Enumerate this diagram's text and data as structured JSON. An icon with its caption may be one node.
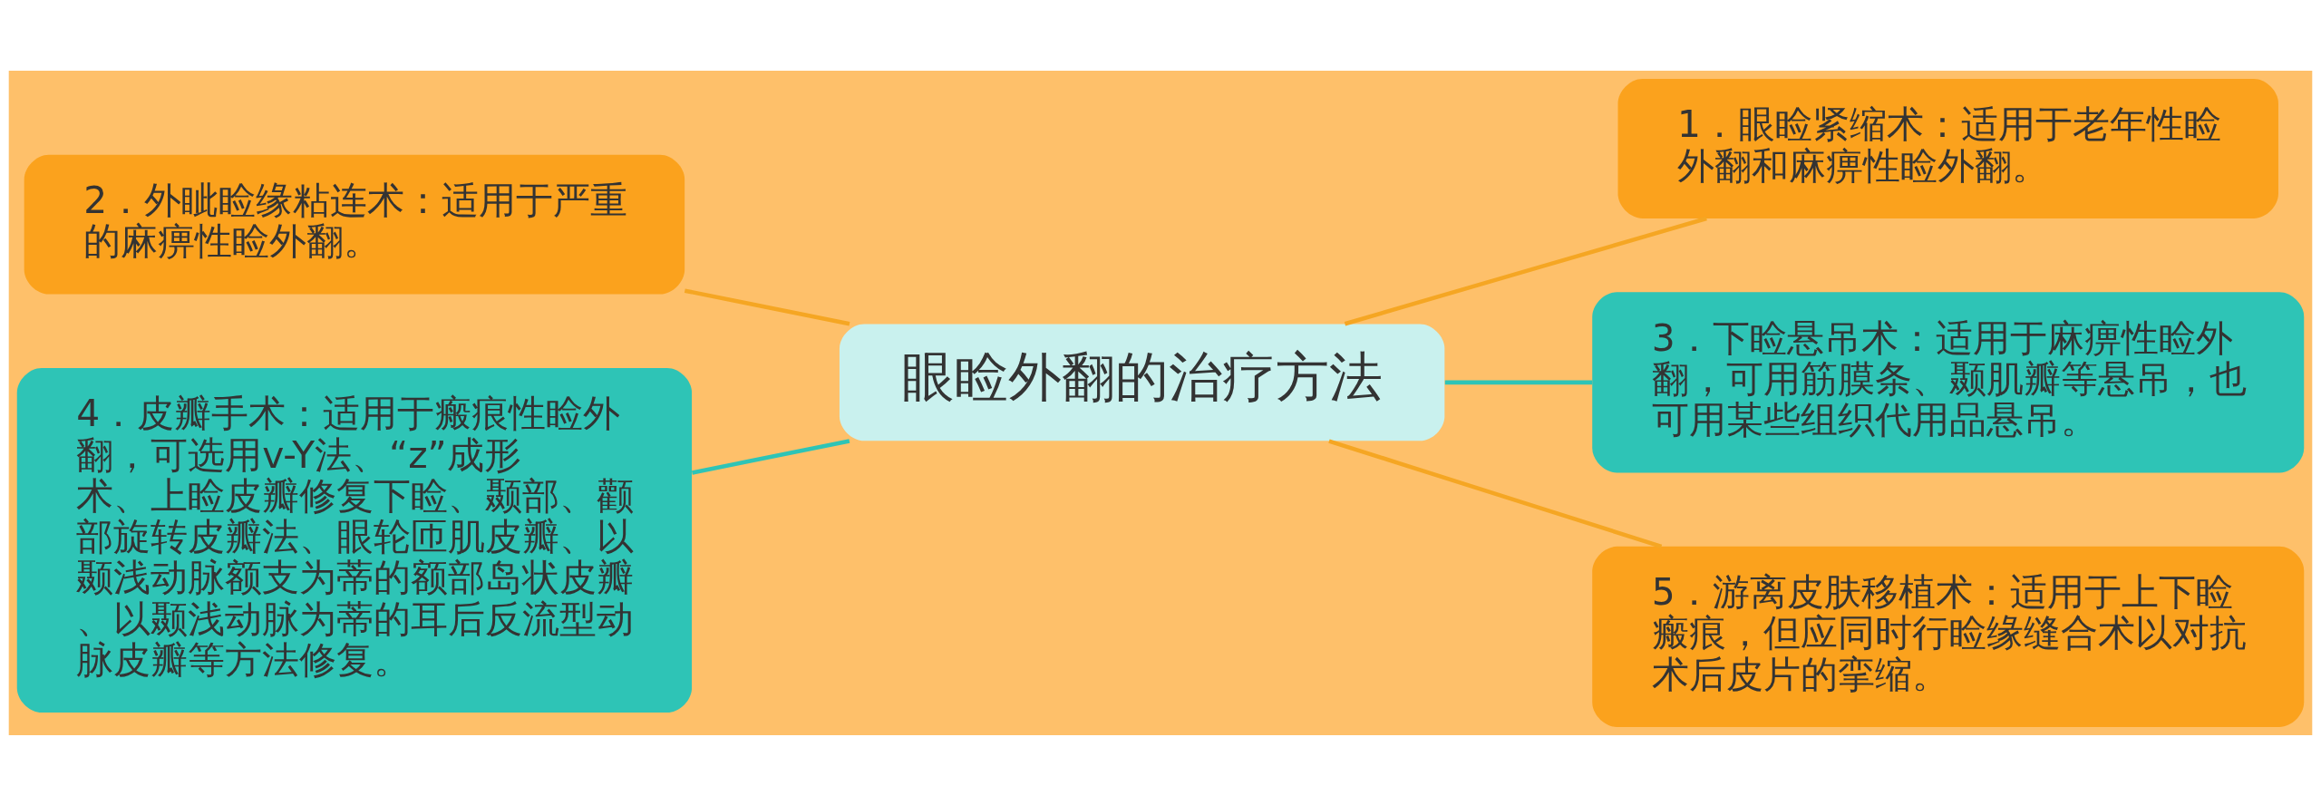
{
  "diagram": {
    "nodes": [
      {
        "text": [
          "眼睑外翻的治疗方法"
        ]
      },
      {
        "text": [
          "1．眼睑紧缩术：适用于老年性睑外翻和麻痹性睑外翻。"
        ]
      },
      {
        "text": [
          "2．外眦睑缘粘连术：适用于严重的麻痹性睑外翻。"
        ]
      },
      {
        "text": [
          "3．下睑悬吊术：适用于麻痹性睑外翻，可用筋膜条、颞肌瓣等悬吊，也可用某些组织代用品悬吊。"
        ]
      },
      {
        "text": [
          "4．皮瓣手术：适用于瘢痕性睑外翻，可选用v-Y法、“z”成形术、上睑皮瓣修复下睑、颞部、颧部旋转皮瓣法、眼轮匝肌皮瓣、以颞浅动脉额支为蒂的额部岛状皮瓣、以颞浅动脉为蒂的耳后反流型动脉皮瓣等方法修复。"
        ]
      },
      {
        "text": [
          "5．游离皮肤移植术：适用于上下睑瘢痕，但应同时行睑缘缝合术以对抗术后皮片的挛缩。"
        ]
      }
    ],
    "edges": [
      {
        "from": 0,
        "to": 1,
        "arrow": "none"
      },
      {
        "from": 0,
        "to": 2,
        "arrow": "none"
      },
      {
        "from": 0,
        "to": 3,
        "arrow": "none",
        "color": "#2ec4b6"
      },
      {
        "from": 0,
        "to": 4,
        "arrow": "none",
        "color": "#2ec4b6"
      },
      {
        "from": 0,
        "to": 5,
        "arrow": "none"
      }
    ]
  }
}
